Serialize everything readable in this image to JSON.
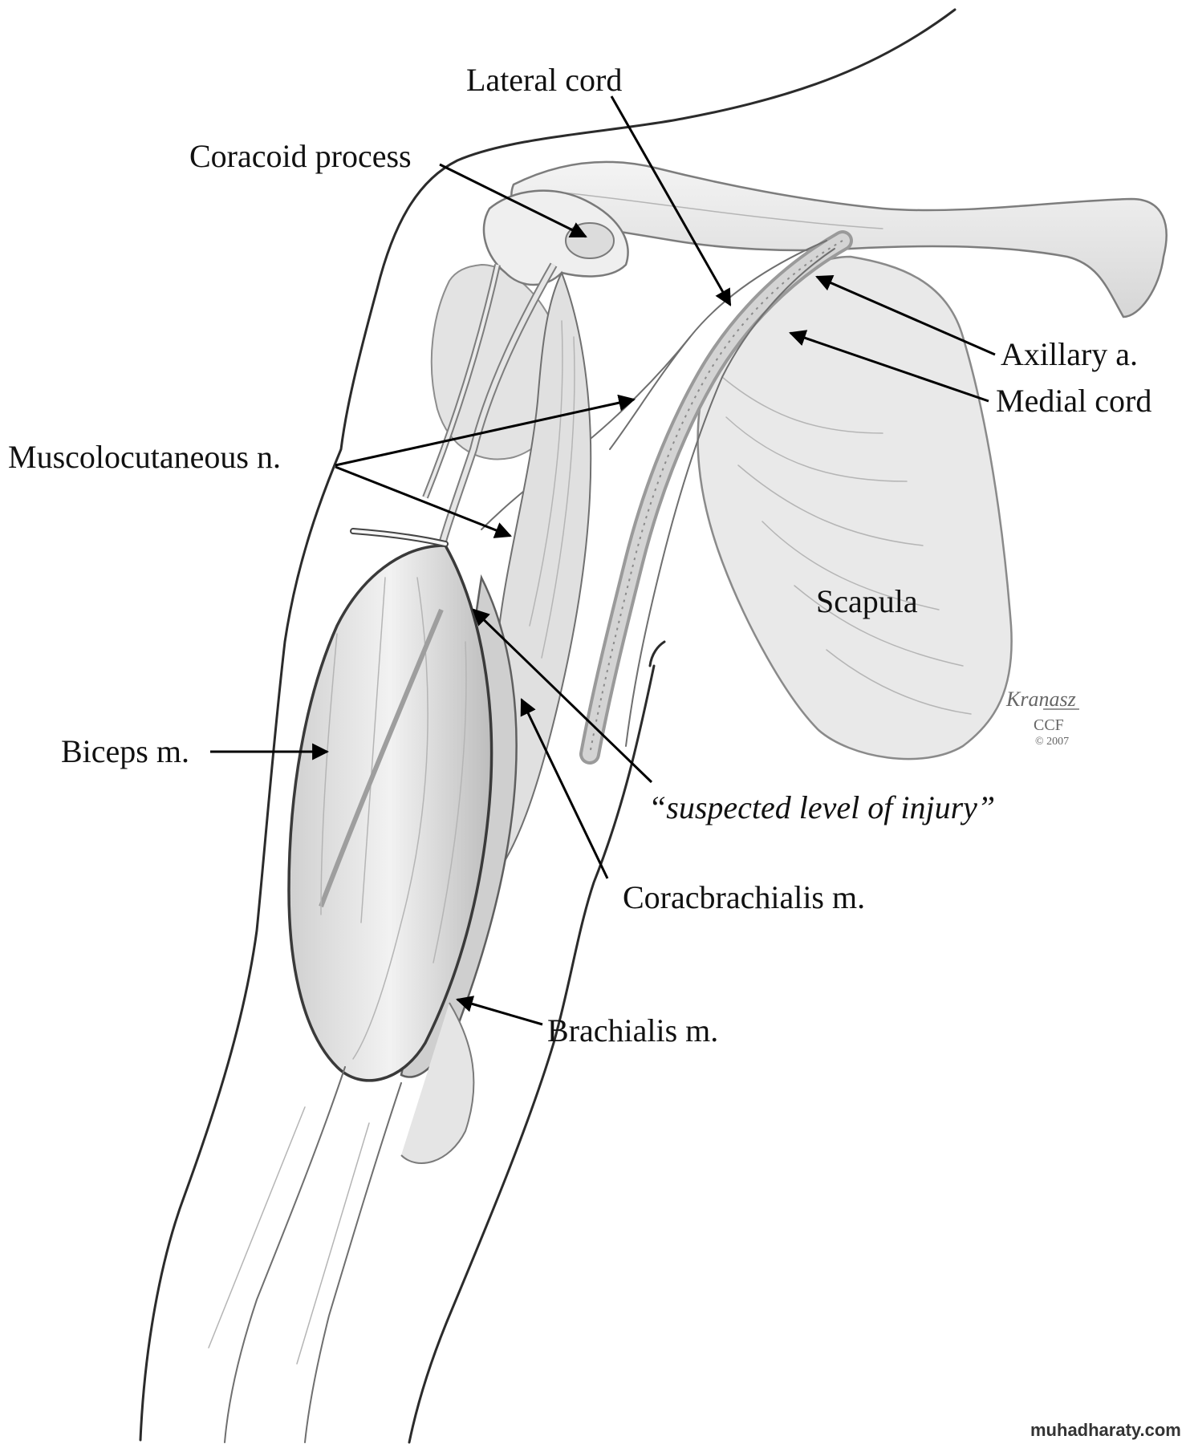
{
  "labels": {
    "lateral_cord": "Lateral cord",
    "coracoid_process": "Coracoid process",
    "axillary_a": "Axillary a.",
    "medial_cord": "Medial cord",
    "muscolocutaneous_n": "Muscolocutaneous n.",
    "scapula": "Scapula",
    "biceps_m": "Biceps m.",
    "suspected_level": "“suspected level of injury”",
    "coracbrachialis_m": "Coracbrachialis m.",
    "brachialis_m": "Brachialis m."
  },
  "signature": {
    "artist": "Kranasz",
    "org": "CCF",
    "copyright": "© 2007"
  },
  "watermark": "muhadharaty.com",
  "colors": {
    "ink": "#111111",
    "outline": "#2b2b2b",
    "shade": "#d9d9d9"
  }
}
